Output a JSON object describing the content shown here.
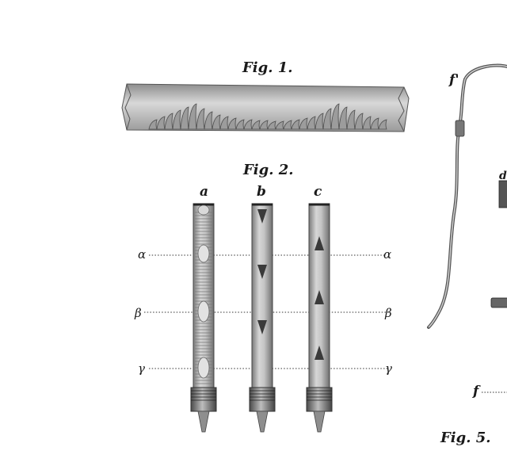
{
  "fig1": {
    "caption": "Fig. 1."
  },
  "fig2": {
    "caption": "Fig. 2.",
    "tubes": [
      {
        "label": "a"
      },
      {
        "label": "b"
      },
      {
        "label": "c"
      }
    ],
    "levels_left": [
      "α",
      "β",
      "γ"
    ],
    "levels_right": [
      "α",
      "β",
      "γ"
    ]
  },
  "fig5": {
    "caption": "Fig. 5.",
    "labels": {
      "f_prime": "f'",
      "d": "d",
      "f": "f"
    }
  },
  "colors": {
    "ink": "#1a1a1a",
    "tube": "#b9b9b9",
    "tube_dark": "#6e6e6e"
  }
}
